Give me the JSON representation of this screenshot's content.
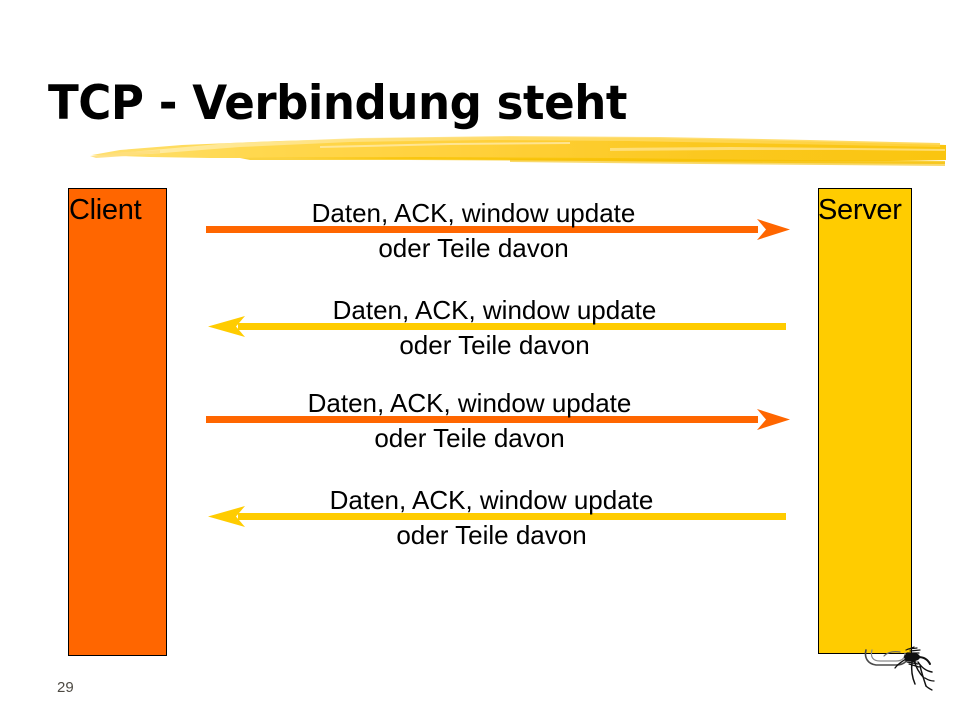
{
  "slide": {
    "title": "TCP - Verbindung steht",
    "page_number": "29",
    "background_color": "#ffffff",
    "title_color": "#000000",
    "brush_color": "#ffcc00",
    "page_number_color": "#4d4a43"
  },
  "endpoints": {
    "client": {
      "label": "Client",
      "color": "#ff6600",
      "border_color": "#000000"
    },
    "server": {
      "label": "Server",
      "color": "#ffcc00",
      "border_color": "#000000"
    }
  },
  "messages": [
    {
      "line1": "Daten, ACK, window update",
      "line2": "oder Teile davon",
      "direction": "right",
      "color": "#ff6600"
    },
    {
      "line1": "Daten, ACK, window update",
      "line2": "oder Teile davon",
      "direction": "left",
      "color": "#ffcc00"
    },
    {
      "line1": "Daten, ACK, window update",
      "line2": "oder Teile davon",
      "direction": "right",
      "color": "#ff6600"
    },
    {
      "line1": "Daten, ACK, window update",
      "line2": "oder Teile davon",
      "direction": "left",
      "color": "#ffcc00"
    }
  ],
  "decoration": {
    "bug_icon": "mosquito-icon",
    "bug_color": "#000000"
  }
}
